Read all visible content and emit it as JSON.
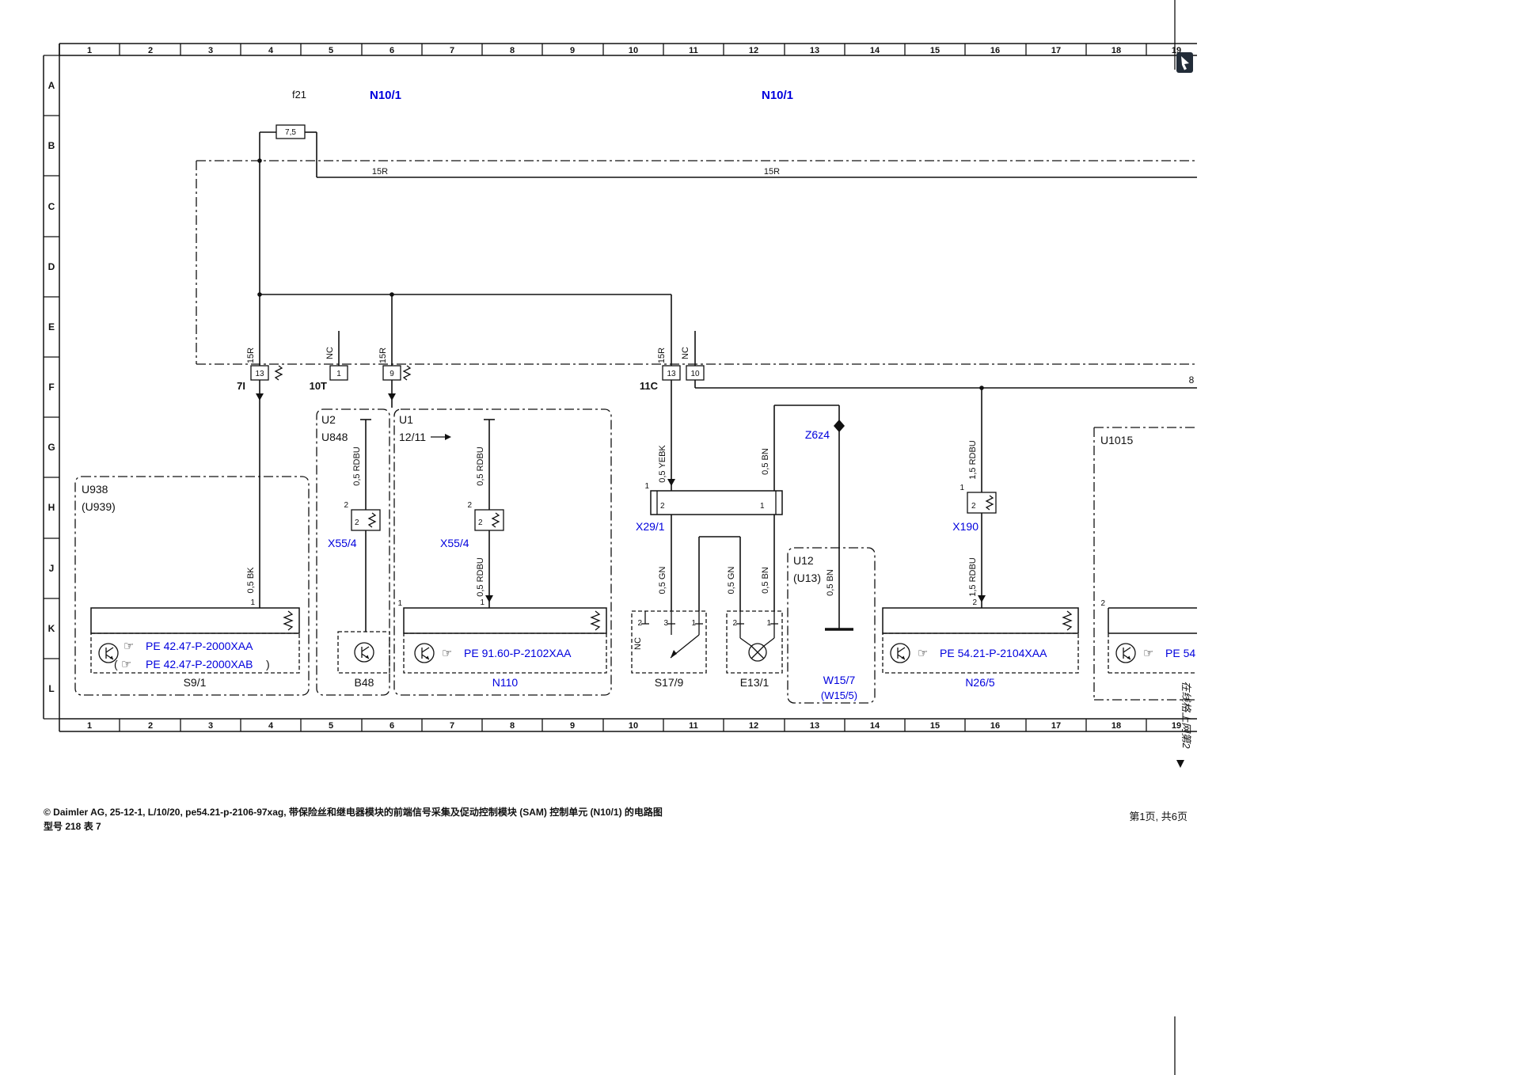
{
  "colors": {
    "ink": "#111111",
    "blue": "#0000dd",
    "bg": "#ffffff"
  },
  "icons": {
    "hand": "☞"
  },
  "ruler": {
    "cols": [
      "1",
      "2",
      "3",
      "4",
      "5",
      "6",
      "7",
      "8",
      "9",
      "10",
      "11",
      "12",
      "13",
      "14",
      "15",
      "16",
      "17",
      "18",
      "19"
    ],
    "rows": [
      "A",
      "B",
      "C",
      "D",
      "E",
      "F",
      "G",
      "H",
      "J",
      "K",
      "L"
    ]
  },
  "header": {
    "fuse_name": "f21",
    "fuse_value": "7,5",
    "module_left": "N10/1",
    "module_right": "N10/1"
  },
  "bus": {
    "label_a": "15R",
    "label_b": "15R"
  },
  "pins": {
    "c7i_name": "7I",
    "c7i_13": "13",
    "c10t_name": "10T",
    "c10t_1": "1",
    "c10t_9": "9",
    "c11c_name": "11C",
    "c11c_13": "13",
    "c11c_10": "10",
    "edge_8": "8"
  },
  "wires": {
    "v15r_1": "15R",
    "vnc_1": "NC",
    "v15r_2": "15R",
    "v15r_3": "15R",
    "vnc_2": "NC",
    "rdbu_u2": "0,5 RDBU",
    "rdbu_u1a": "0,5 RDBU",
    "rdbu_u1b": "0,5 RDBU",
    "bk": "0,5 BK",
    "yebk": "0,5 YEBK",
    "bn_a": "0,5 BN",
    "bn_b": "0,5 BN",
    "bn_c": "0,5 BN",
    "gn_a": "0,5 GN",
    "gn_b": "0,5 GN",
    "rdbu15_a": "1,5 RDBU",
    "rdbu15_b": "1,5 RDBU",
    "nc_s17": "NC"
  },
  "connectors": {
    "x29_label": "X29/1",
    "x29_p1out": "1",
    "x29_p2": "2",
    "x29_p1": "1",
    "x190_label": "X190",
    "x190_p1": "1",
    "x190_p2": "2",
    "x55a_label": "X55/4",
    "x55a_p2out": "2",
    "x55a_p2": "2",
    "x55b_label": "X55/4",
    "x55b_p2out": "2",
    "x55b_p2": "2",
    "z_label": "Z6z4"
  },
  "boxes": {
    "u938": "U938",
    "u938_alt": "(U939)",
    "u2": "U2",
    "u2_alt": "U848",
    "u1": "U1",
    "u1_ref": "12/11",
    "u12": "U12",
    "u12_alt": "(U13)",
    "u1015": "U1015"
  },
  "devices": {
    "s9_pin": "1",
    "s9_paren_open": "(",
    "s9_paren_close": ")",
    "s9_pe1": "PE 42.47-P-2000XAA",
    "s9_pe2": "PE 42.47-P-2000XAB",
    "s9_label": "S9/1",
    "b48_label": "B48",
    "n110_pin_a": "1",
    "n110_pin_b": "1",
    "n110_pe": "PE 91.60-P-2102XAA",
    "n110_label": "N110",
    "s17_p2": "2",
    "s17_p3": "3",
    "s17_p1": "1",
    "s17_label": "S17/9",
    "e13_p2": "2",
    "e13_p1": "1",
    "e13_label": "E13/1",
    "w15_label": "W15/7",
    "w15_alt": "(W15/5)",
    "n26_pin": "2",
    "n26_pe": "PE 54.21-P-2104XAA",
    "n26_label": "N26/5",
    "u1015_pin": "2",
    "u1015_pe": "PE 54"
  },
  "footer": {
    "line1": "© Daimler AG, 25-12-1, L/10/20, pe54.21-p-2106-97xag, 带保险丝和继电器模块的前端信号采集及促动控制模块 (SAM) 控制单元 (N10/1) 的电路图",
    "line2": "型号 218 表 7",
    "page": "第1页, 共6页",
    "margin_note": "在线格上网第2"
  }
}
